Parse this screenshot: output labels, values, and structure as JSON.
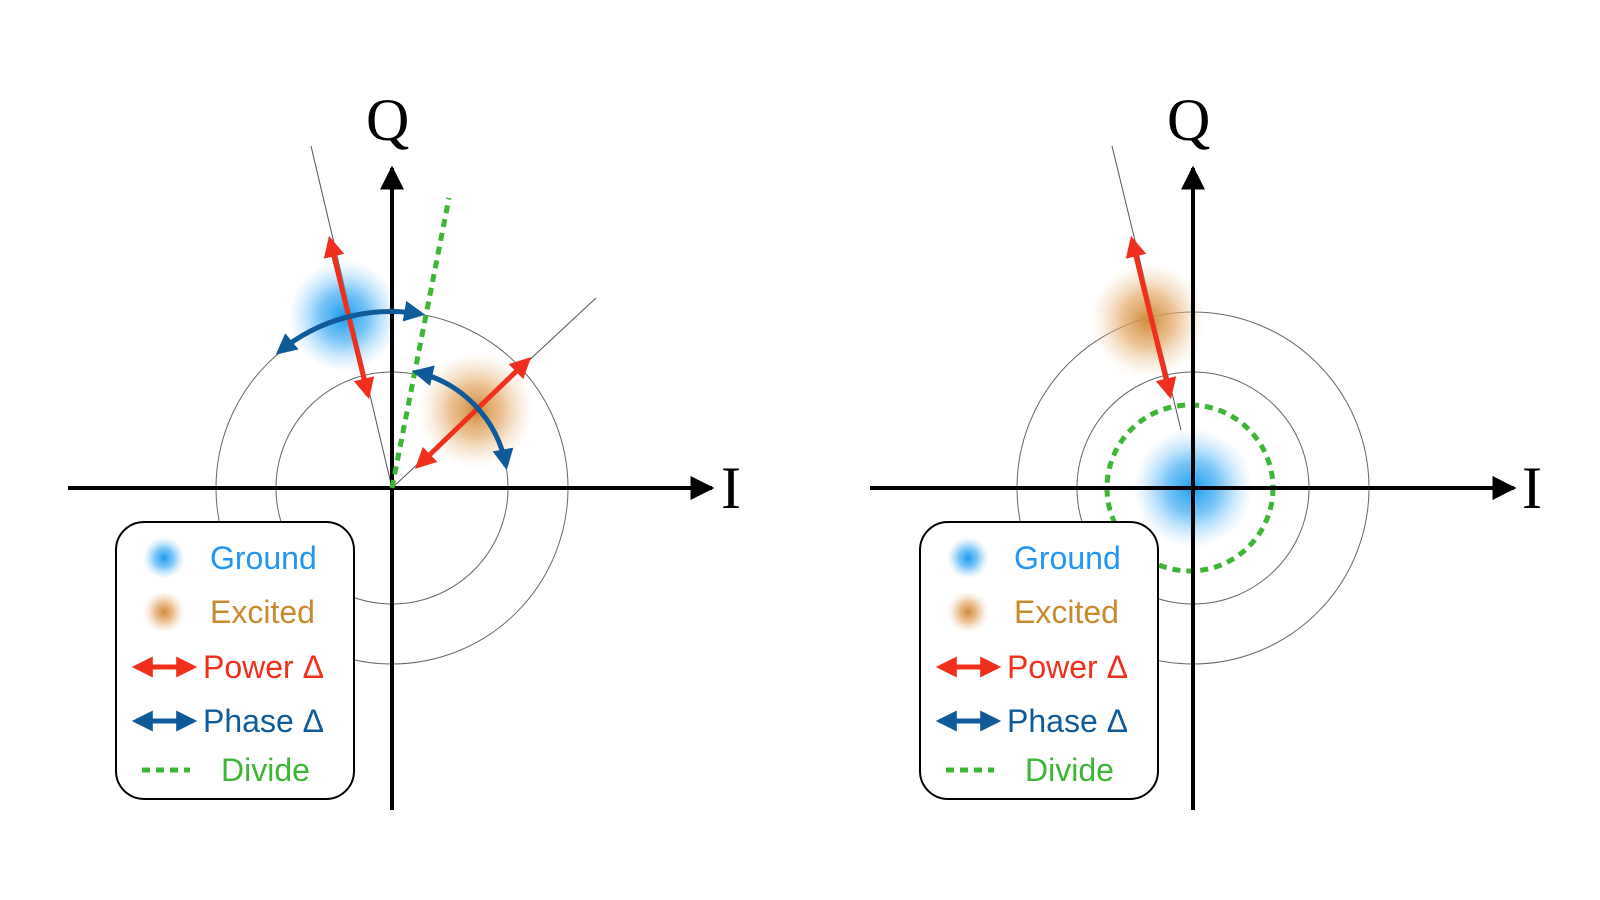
{
  "colors": {
    "ground": "#1a9bf0",
    "excited": "#d08a3a",
    "power": "#f0301c",
    "phase": "#0f5a99",
    "divide": "#3db535",
    "legend_ground_text": "#2196f3",
    "legend_excited_text": "#c98a2e",
    "legend_power_text": "#f0301c",
    "legend_phase_text": "#0f5a99",
    "legend_divide_text": "#3db535"
  },
  "panels": [
    {
      "axes": {
        "x_label": "I",
        "y_label": "Q"
      },
      "legend": {
        "ground": "Ground",
        "excited": "Excited",
        "power": "Power Δ",
        "phase": "Phase Δ",
        "divide": "Divide"
      }
    },
    {
      "axes": {
        "x_label": "I",
        "y_label": "Q"
      },
      "legend": {
        "ground": "Ground",
        "excited": "Excited",
        "power": "Power Δ",
        "phase": "Phase Δ",
        "divide": "Divide"
      }
    }
  ]
}
